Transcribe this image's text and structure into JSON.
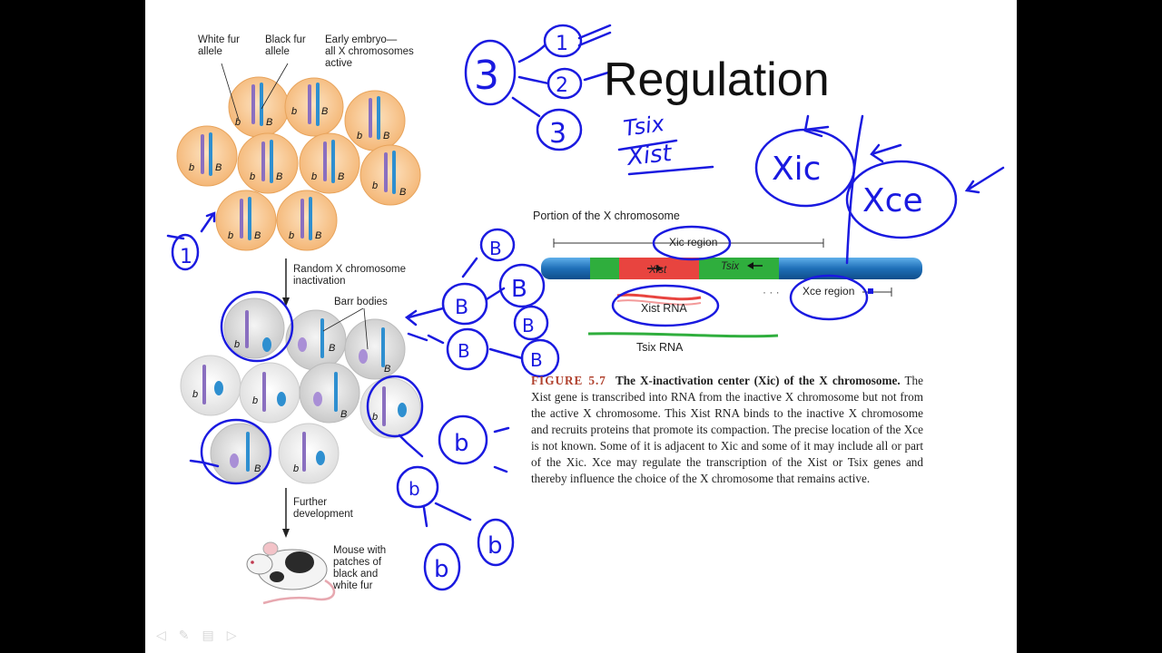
{
  "slide": {
    "title": "Regulation",
    "labels": {
      "white_fur_allele": "White fur\nallele",
      "black_fur_allele": "Black fur\nallele",
      "early_embryo": "Early embryo—\nall X chromosomes\nactive",
      "random_inactivation": "Random X chromosome\ninactivation",
      "barr_bodies": "Barr bodies",
      "further_development": "Further\ndevelopment",
      "mouse": "Mouse with\npatches of\nblack and\nwhite fur",
      "portion_x": "Portion of the X chromosome",
      "xic_region": "Xic region",
      "xist": "Xist",
      "tsix": "Tsix",
      "xce_region": "Xce region",
      "xist_rna": "Xist RNA",
      "tsix_rna": "Tsix RNA",
      "allele_b": "b",
      "allele_B": "B"
    },
    "caption": {
      "figure": "FIGURE 5.7",
      "title": "The X-inactivation center (Xic) of the X chromosome.",
      "body": "The Xist gene is transcribed into RNA from the inactive X chromosome but not from the active X chromosome. This Xist RNA binds to the inactive X chromosome and recruits proteins that promote its compaction. The precise location of the Xce is not known. Some of it is adjacent to Xic and some of it may include all or part of the Xic. Xce may regulate the transcription of the Xist or Tsix genes and thereby influence the choice of the X chromosome that remains active."
    },
    "annotations": {
      "tsix": "Tsix",
      "xist": "Xist",
      "xic": "Xic",
      "xce": "Xce",
      "n1": "1",
      "n2": "2",
      "n3": "3",
      "B": "B",
      "b": "b"
    },
    "colors": {
      "cell_orange": "#f7c48c",
      "cell_gray": "#d8d8d8",
      "chrom_blue": "#2e8fd0",
      "chrom_purple": "#8a6fc0",
      "ink_blue": "#1a1ae0",
      "caption_red": "#b0412e"
    }
  }
}
